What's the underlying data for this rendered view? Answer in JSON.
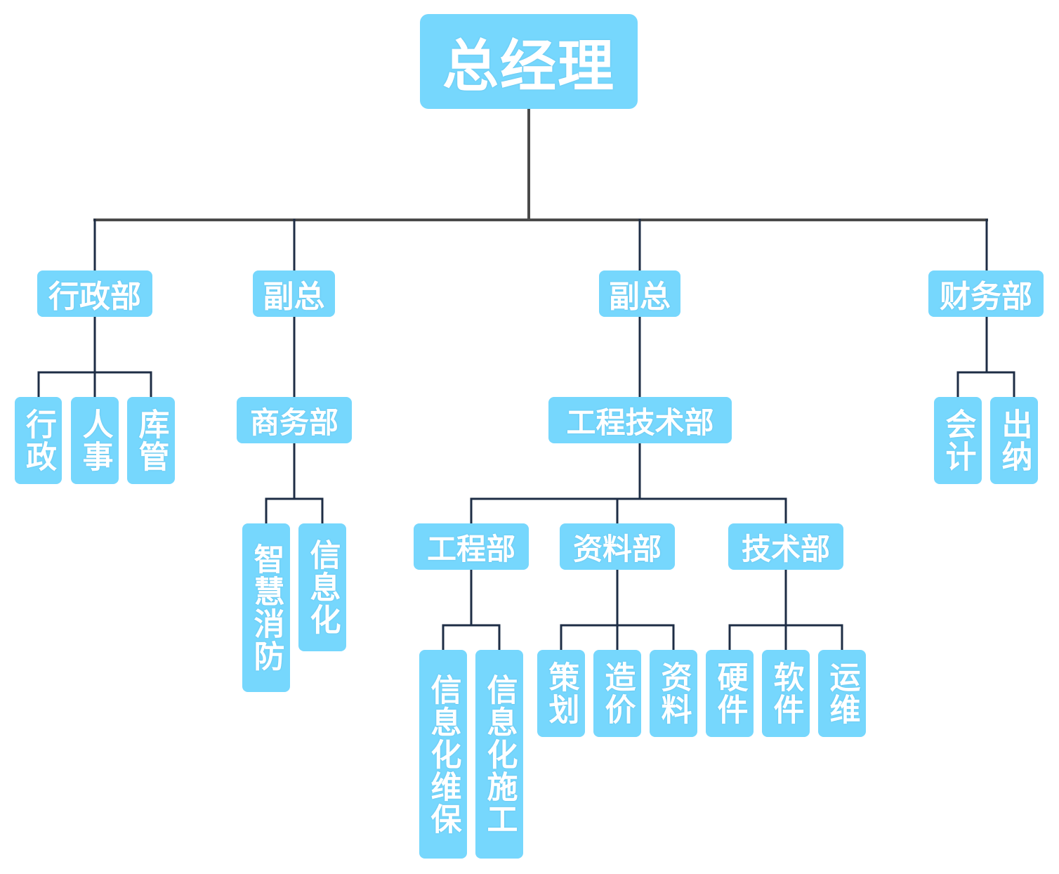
{
  "colors": {
    "node_fill": "#76d7fd",
    "node_text": "#ffffff",
    "trunk_line": "#4a4a4a",
    "branch_line": "#1e2d45"
  },
  "org_chart": {
    "root": {
      "label": "总经理"
    },
    "admin": {
      "label": "行政部",
      "children": [
        {
          "label": "行政"
        },
        {
          "label": "人事"
        },
        {
          "label": "库管"
        }
      ]
    },
    "vp_business": {
      "label": "副总",
      "dept": {
        "label": "商务部",
        "children": [
          {
            "label": "智慧消防"
          },
          {
            "label": "信息化"
          }
        ]
      }
    },
    "vp_engineering": {
      "label": "副总",
      "dept": {
        "label": "工程技术部",
        "engineering": {
          "label": "工程部",
          "children": [
            {
              "label": "信息化维保"
            },
            {
              "label": "信息化施工"
            }
          ]
        },
        "documents": {
          "label": "资料部",
          "children": [
            {
              "label": "策划"
            },
            {
              "label": "造价"
            },
            {
              "label": "资料"
            }
          ]
        },
        "technical": {
          "label": "技术部",
          "children": [
            {
              "label": "硬件"
            },
            {
              "label": "软件"
            },
            {
              "label": "运维"
            }
          ]
        }
      }
    },
    "finance": {
      "label": "财务部",
      "children": [
        {
          "label": "会计"
        },
        {
          "label": "出纳"
        }
      ]
    }
  }
}
